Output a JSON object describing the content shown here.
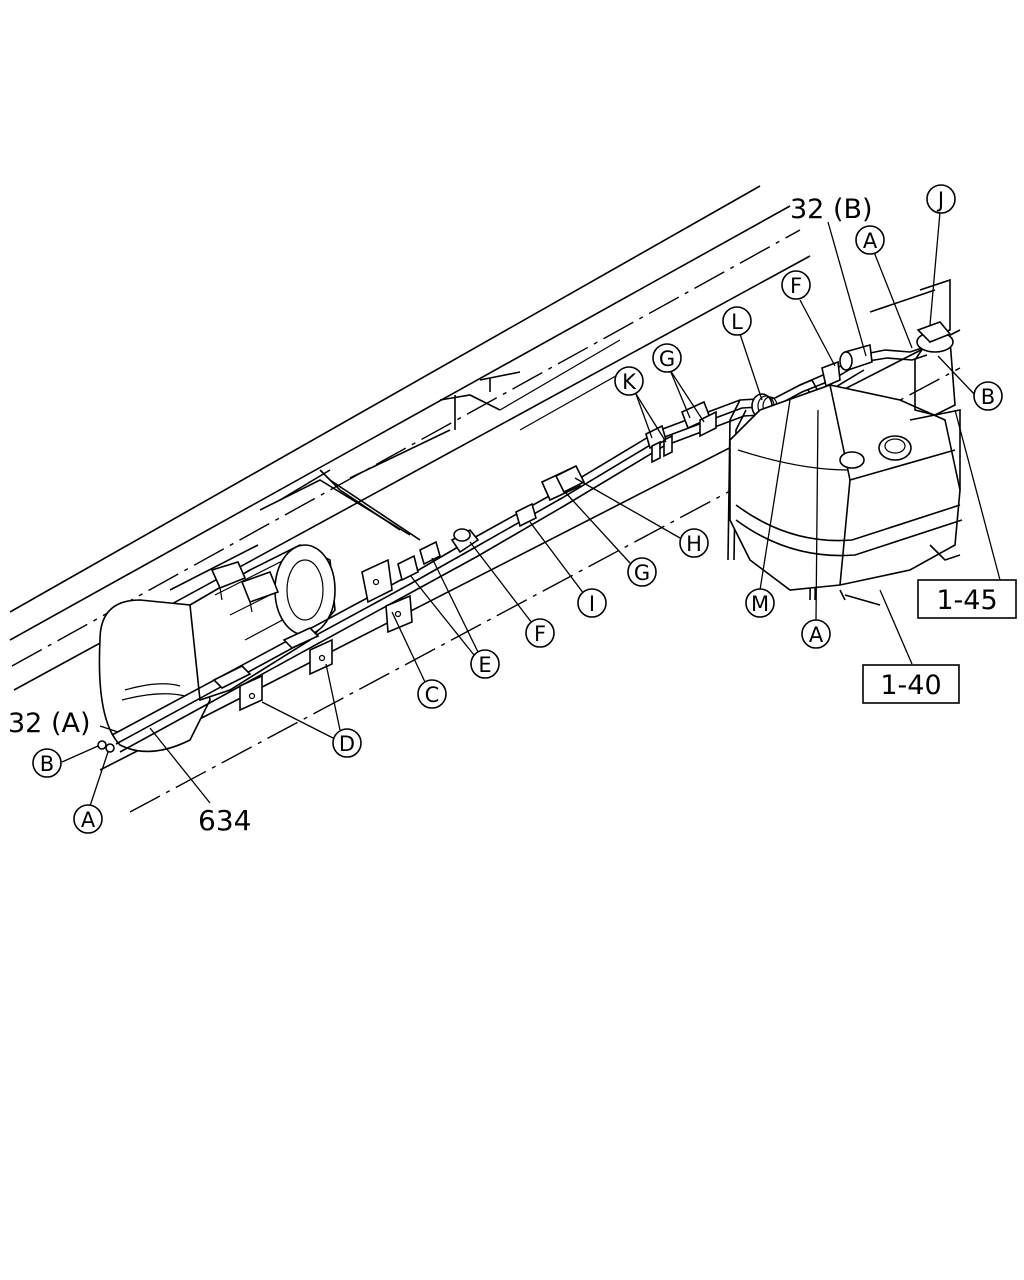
{
  "diagram": {
    "callouts": {
      "a_left": "A",
      "b_left": "B",
      "c": "C",
      "d": "D",
      "e": "E",
      "f_low": "F",
      "i": "I",
      "g_low": "G",
      "h": "H",
      "k": "K",
      "g_high": "G",
      "l": "L",
      "f_high": "F",
      "a_top": "A",
      "j": "J",
      "b_right": "B",
      "m": "M",
      "a_right": "A"
    },
    "part_labels": {
      "pipe_32a": "32 (A)",
      "pipe_32b": "32 (B)",
      "part_634": "634"
    },
    "ref_boxes": {
      "ref_1_45": "1-45",
      "ref_1_40": "1-40"
    }
  }
}
